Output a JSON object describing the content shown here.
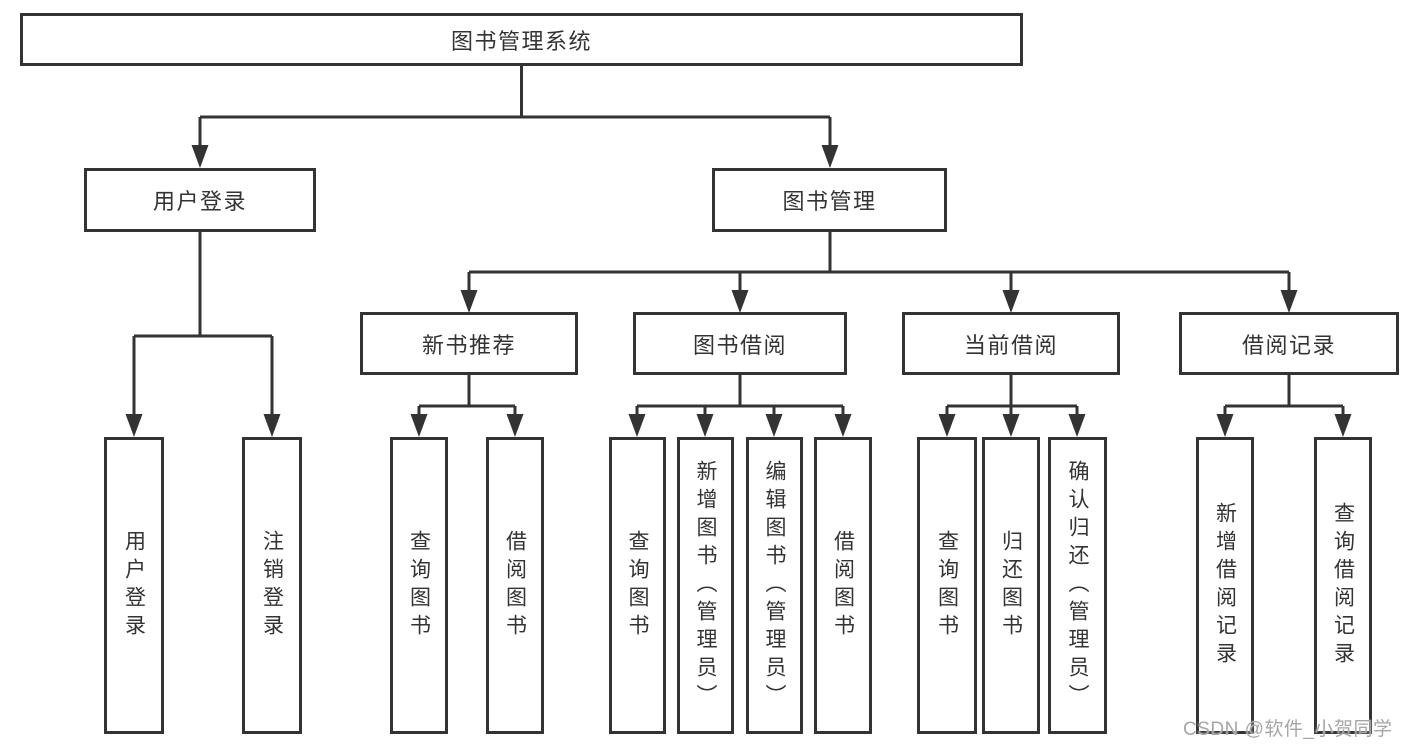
{
  "nodes": {
    "root": "图书管理系统",
    "level2": [
      "用户登录",
      "图书管理"
    ],
    "level3": [
      "新书推荐",
      "图书借阅",
      "当前借阅",
      "借阅记录"
    ],
    "leaves": {
      "user_login": [
        "用户登录",
        "注销登录"
      ],
      "new_book_recommend": [
        "查询图书",
        "借阅图书"
      ],
      "book_borrowing": [
        "查询图书",
        "新增图书（管理员）",
        "编辑图书（管理员）",
        "借阅图书"
      ],
      "current_borrowing": [
        "查询图书",
        "归还图书",
        "确认归还（管理员）"
      ],
      "borrowing_records": [
        "新增借阅记录",
        "查询借阅记录"
      ]
    }
  },
  "watermark": "CSDN @软件_小贺同学",
  "colors": {
    "line": "#333333",
    "text": "#333333",
    "box_background": "#ffffff",
    "watermark": "#a6a6a6",
    "page_background": "#ffffff"
  }
}
